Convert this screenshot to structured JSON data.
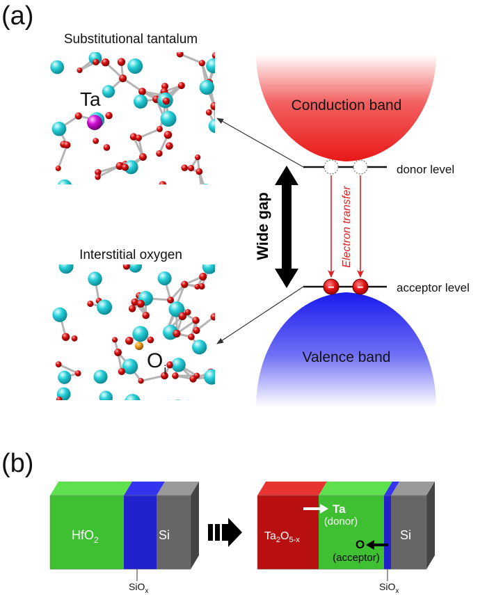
{
  "panel_a": {
    "label": "(a)",
    "top_structure_title": "Substitutional tantalum",
    "top_atom_label": "Ta",
    "bottom_structure_title": "Interstitial oxygen",
    "bottom_atom_label": "O",
    "bottom_atom_subscript": "i",
    "conduction_band": "Conduction band",
    "valence_band": "Valence band",
    "donor_level": "donor level",
    "acceptor_level": "acceptor level",
    "gap_label": "Wide gap",
    "transfer_label": "Electron transfer",
    "electron_sign": "−"
  },
  "panel_b": {
    "label": "(b)",
    "left_stack": {
      "layer1": "HfO",
      "layer1_sub": "2",
      "layer3": "Si",
      "interface": "SiO",
      "interface_sub": "x"
    },
    "right_stack": {
      "layer1": "Ta",
      "layer1_sub1": "2",
      "layer1_mid": "O",
      "layer1_sub2": "5-x",
      "ta_label": "Ta",
      "ta_role": "(donor)",
      "o_label": "O",
      "o_role": "(acceptor)",
      "layer3": "Si",
      "interface": "SiO",
      "interface_sub": "x"
    }
  },
  "colors": {
    "cyan_atom": "#27cfd8",
    "red_atom": "#d91010",
    "magenta_atom": "#d010d8",
    "orange_atom": "#ee9a10",
    "conduction": "#ee2020",
    "valence": "#2020ee",
    "transfer_arrow": "#dd2222",
    "hfo2": "#44cc33",
    "siox": "#2222dd",
    "si": "#666666",
    "ta2o5": "#bb1111"
  }
}
